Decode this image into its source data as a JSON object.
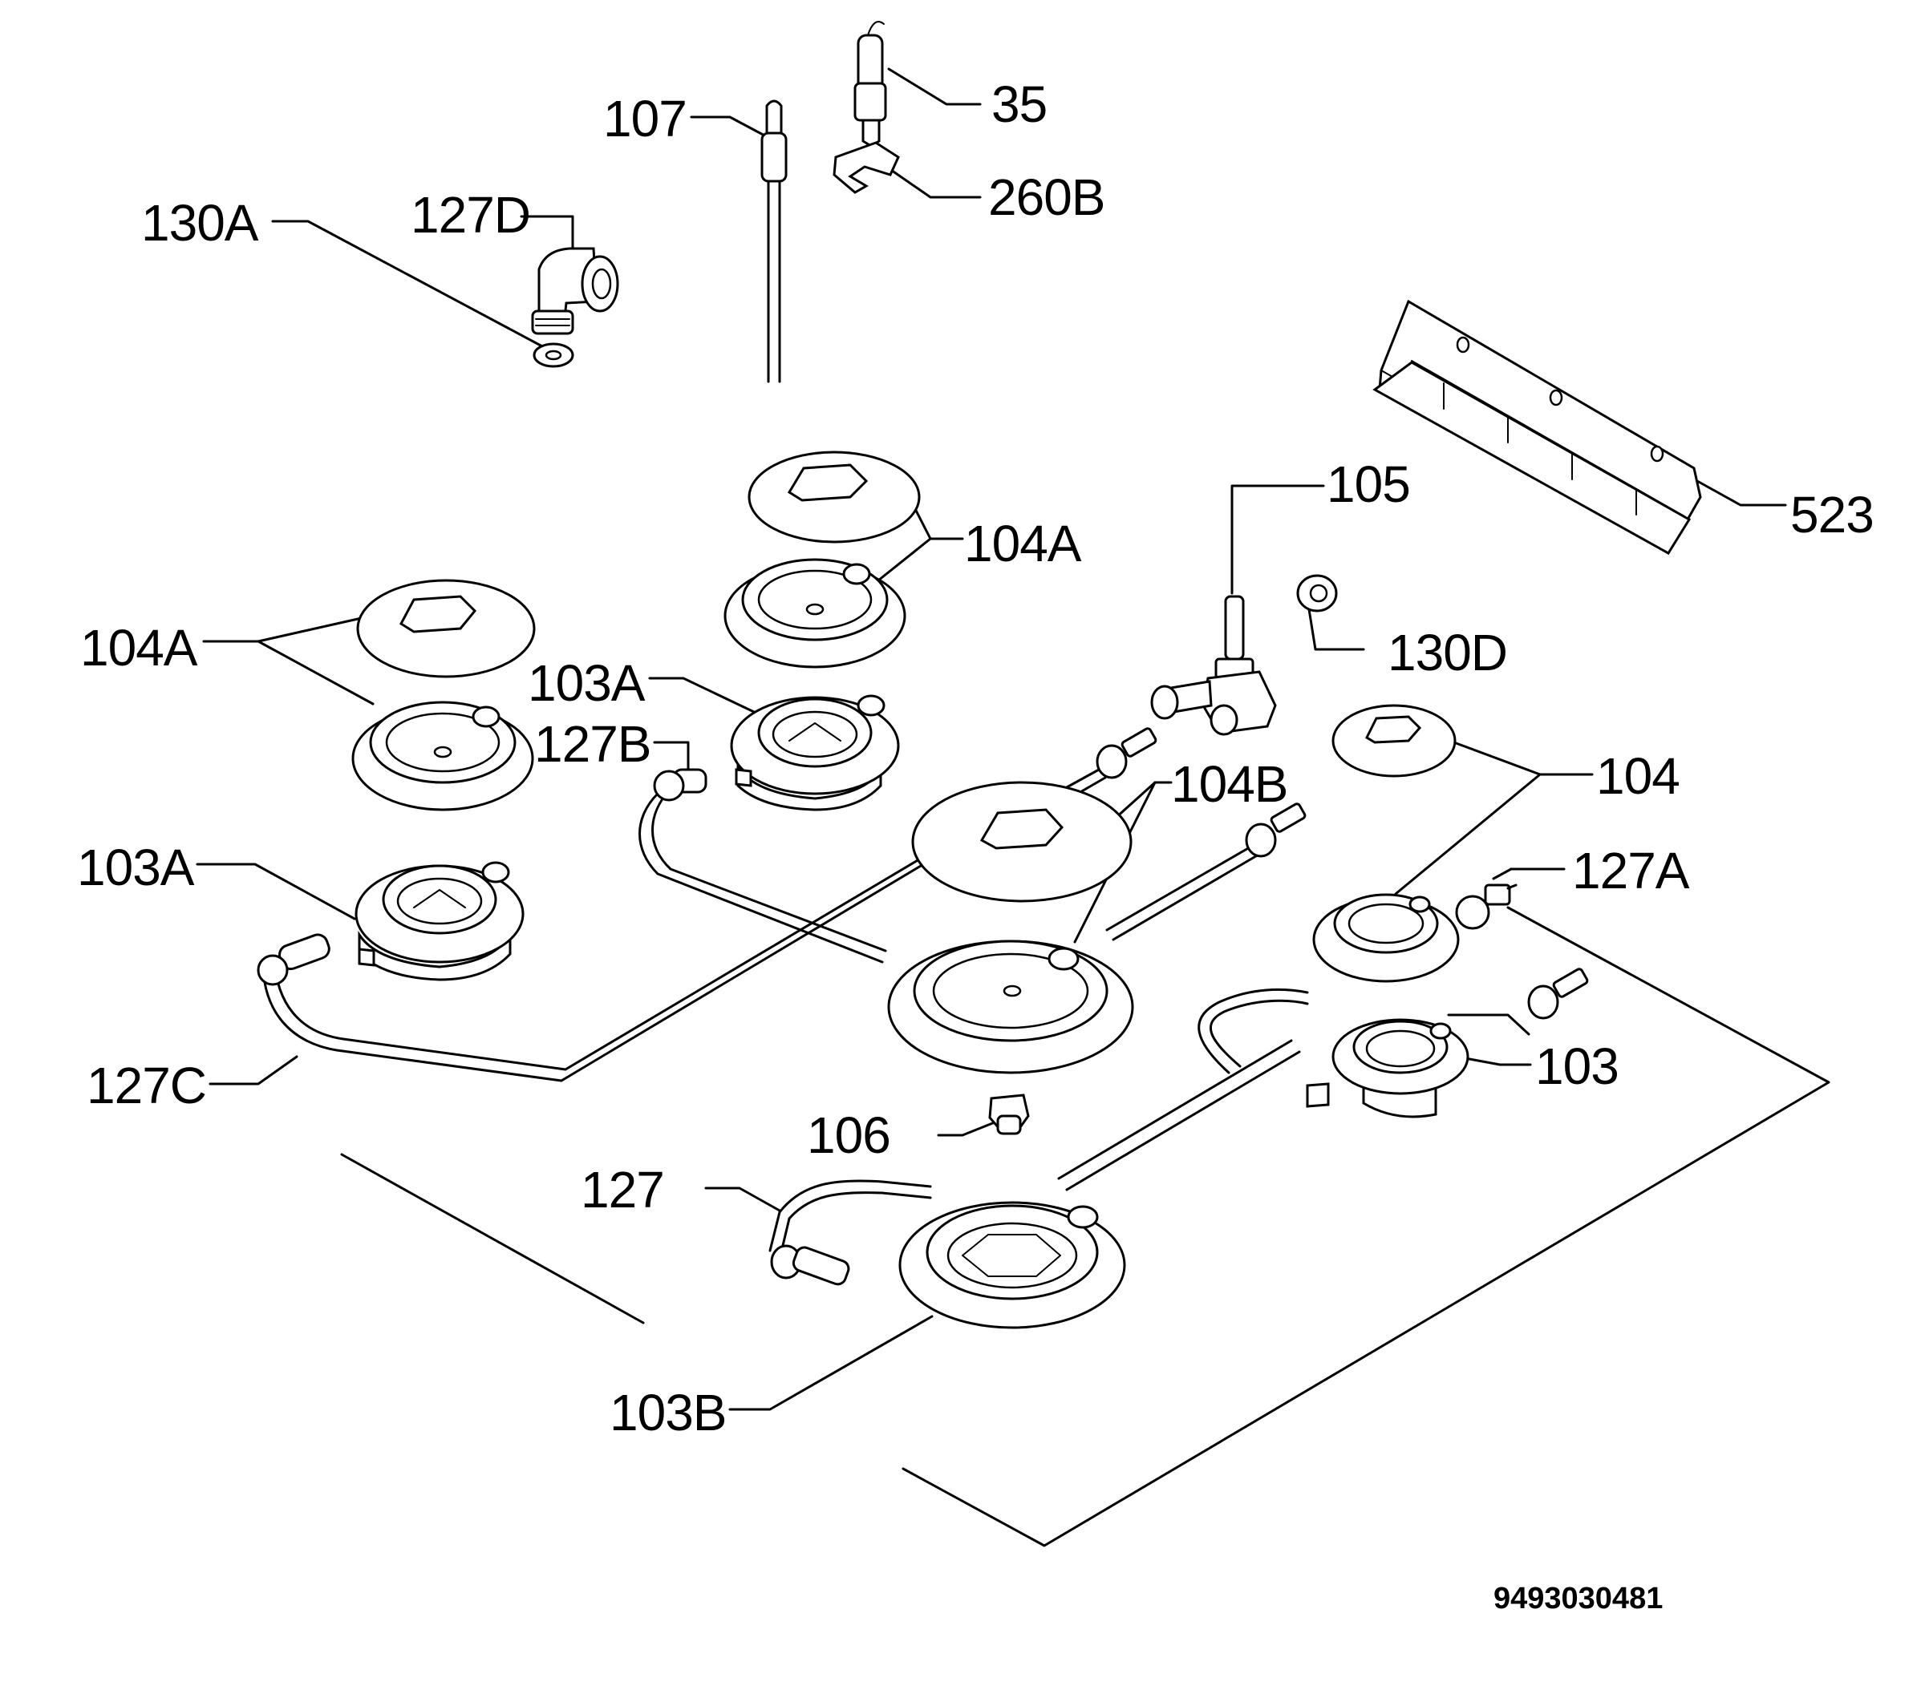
{
  "diagram": {
    "labels": {
      "l_35": "35",
      "l_107": "107",
      "l_260b": "260B",
      "l_130a": "130A",
      "l_127d": "127D",
      "l_105": "105",
      "l_523": "523",
      "l_104a_top": "104A",
      "l_104a_left": "104A",
      "l_130d": "130D",
      "l_103a_mid": "103A",
      "l_127b": "127B",
      "l_104b": "104B",
      "l_104": "104",
      "l_103a_left": "103A",
      "l_127a": "127A",
      "l_103": "103",
      "l_127c": "127C",
      "l_106": "106",
      "l_127": "127",
      "l_103b": "103B"
    },
    "document_number": "9493030481"
  }
}
